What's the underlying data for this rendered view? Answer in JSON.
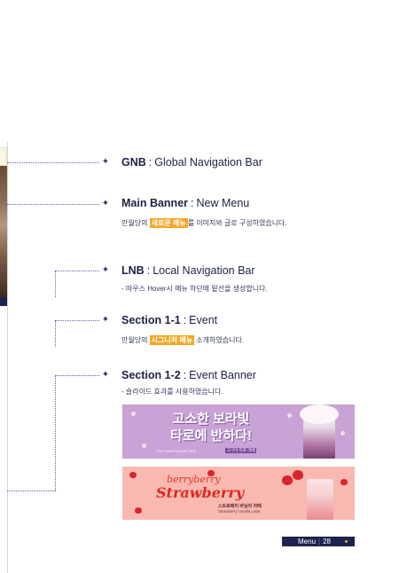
{
  "items": {
    "gnb": {
      "abbr": "GNB",
      "sep": ":",
      "name": "Global Navigation Bar"
    },
    "main_banner": {
      "abbr": "Main Banner",
      "sep": ":",
      "name": "New Menu",
      "desc_before": "만월당의 ",
      "desc_highlight": "새로운 메뉴",
      "desc_after": "를 이미지와 글로 구성하였습니다."
    },
    "lnb": {
      "abbr": "LNB",
      "sep": ":",
      "name": "Local Navigation Bar",
      "desc": "- 마우스 Hover시 메뉴 하단에 밑선을 생성합니다."
    },
    "section_1_1": {
      "abbr": "Section 1-1",
      "sep": ":",
      "name": "Event",
      "desc_before": "만월당의 ",
      "desc_highlight": "시그니처 메뉴",
      "desc_after": " 소개하였습니다."
    },
    "section_1_2": {
      "abbr": "Section 1-2",
      "sep": ":",
      "name": "Event Banner",
      "desc": "- 슬라이드 효과를 사용하였습니다."
    }
  },
  "banner_1": {
    "line1": "고소한 보라빛",
    "line2": "타로에 반하다!",
    "caption": "Taro sweet potato latte",
    "tag": "고구마 타로 라떼"
  },
  "banner_2": {
    "line1": "berryberry",
    "line2": "Strawberry",
    "kor_name": "스트로베리 바닐라 라떼",
    "eng_name": "Strawberry Vanilla Latte"
  },
  "footer": {
    "label": "Menu",
    "page": "28"
  },
  "colors": {
    "navy": "#1d2350",
    "highlight": "#f5a623",
    "banner_purple": "#c9a2d6",
    "banner_pink": "#f9b9b0"
  }
}
